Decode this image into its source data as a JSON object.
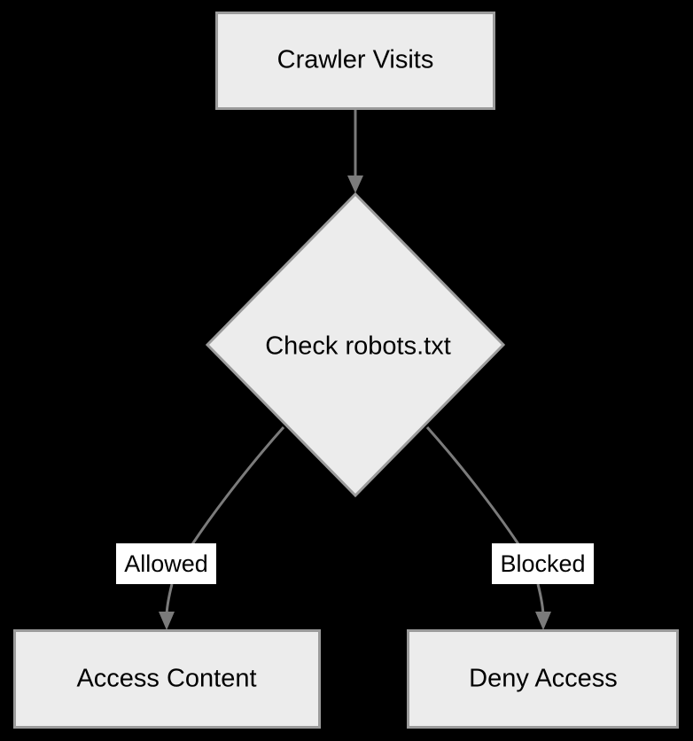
{
  "diagram": {
    "type": "flowchart",
    "direction": "top-down",
    "background_color": "#000000",
    "node_fill_color": "#ececec",
    "node_border_color": "#9b9b9b",
    "edge_color": "#7b7b7b",
    "text_color": "#000000",
    "edge_label_background": "#ffffff",
    "nodes": [
      {
        "id": "crawler-visits",
        "label": "Crawler Visits",
        "shape": "rectangle"
      },
      {
        "id": "check-robots",
        "label": "Check robots.txt",
        "shape": "diamond"
      },
      {
        "id": "access-content",
        "label": "Access Content",
        "shape": "rectangle"
      },
      {
        "id": "deny-access",
        "label": "Deny Access",
        "shape": "rectangle"
      }
    ],
    "edges": [
      {
        "id": "edge-crawler-to-check",
        "from": "crawler-visits",
        "to": "check-robots",
        "label": ""
      },
      {
        "id": "edge-check-to-access",
        "from": "check-robots",
        "to": "access-content",
        "label": "Allowed"
      },
      {
        "id": "edge-check-to-deny",
        "from": "check-robots",
        "to": "deny-access",
        "label": "Blocked"
      }
    ]
  }
}
